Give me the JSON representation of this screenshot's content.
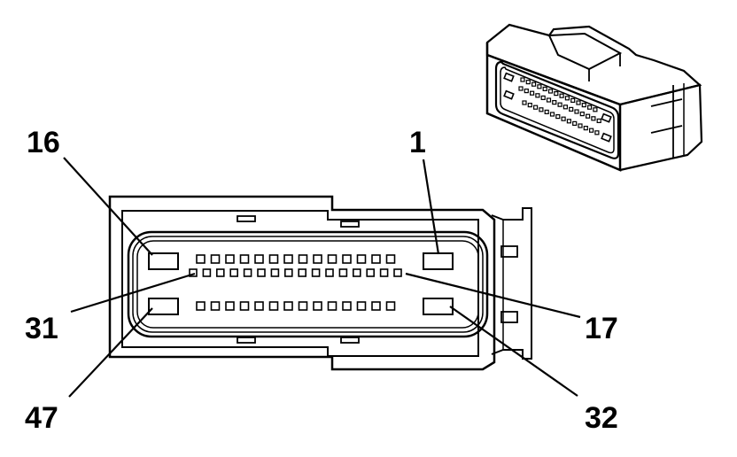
{
  "pin_labels": {
    "pin_16": "16",
    "pin_1": "1",
    "pin_31": "31",
    "pin_17": "17",
    "pin_47": "47",
    "pin_32": "32"
  }
}
